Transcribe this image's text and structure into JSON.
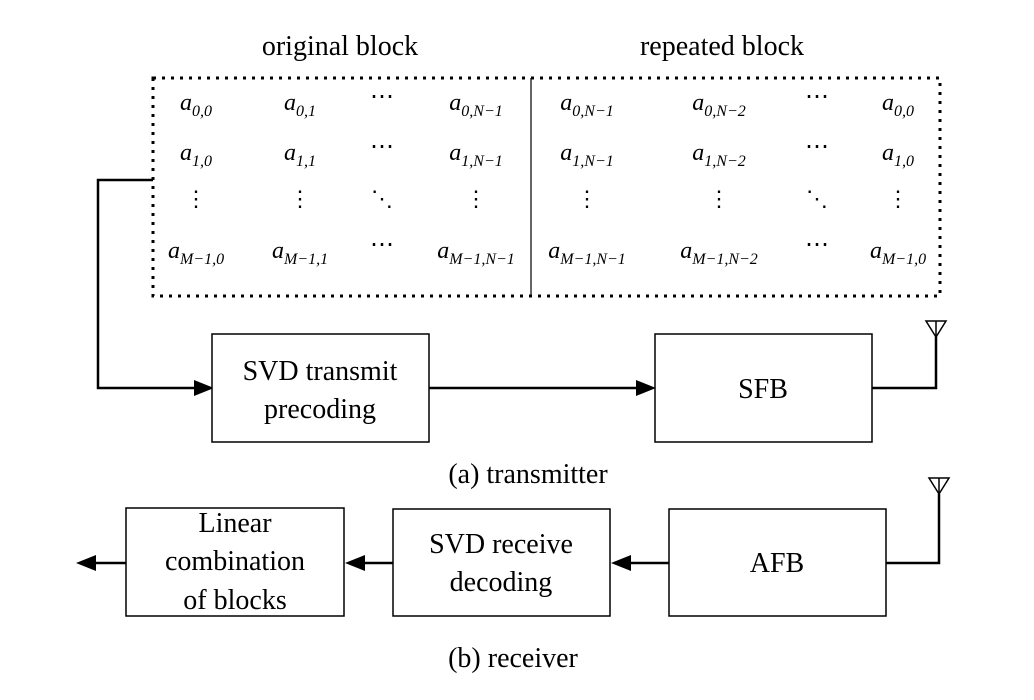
{
  "headers": {
    "original": "original block",
    "repeated": "repeated block"
  },
  "matrix": {
    "original": [
      [
        [
          "a",
          "0,0"
        ],
        [
          "a",
          "0,1"
        ],
        [
          "⋯",
          ""
        ],
        [
          "a",
          "0,N−1"
        ]
      ],
      [
        [
          "a",
          "1,0"
        ],
        [
          "a",
          "1,1"
        ],
        [
          "⋯",
          ""
        ],
        [
          "a",
          "1,N−1"
        ]
      ],
      [
        [
          "⋮",
          ""
        ],
        [
          "⋮",
          ""
        ],
        [
          "⋱",
          ""
        ],
        [
          "⋮",
          ""
        ]
      ],
      [
        [
          "a",
          "M−1,0"
        ],
        [
          "a",
          "M−1,1"
        ],
        [
          "⋯",
          ""
        ],
        [
          "a",
          "M−1,N−1"
        ]
      ]
    ],
    "repeated": [
      [
        [
          "a",
          "0,N−1"
        ],
        [
          "a",
          "0,N−2"
        ],
        [
          "⋯",
          ""
        ],
        [
          "a",
          "0,0"
        ]
      ],
      [
        [
          "a",
          "1,N−1"
        ],
        [
          "a",
          "1,N−2"
        ],
        [
          "⋯",
          ""
        ],
        [
          "a",
          "1,0"
        ]
      ],
      [
        [
          "⋮",
          ""
        ],
        [
          "⋮",
          ""
        ],
        [
          "⋱",
          ""
        ],
        [
          "⋮",
          ""
        ]
      ],
      [
        [
          "a",
          "M−1,N−1"
        ],
        [
          "a",
          "M−1,N−2"
        ],
        [
          "⋯",
          ""
        ],
        [
          "a",
          "M−1,0"
        ]
      ]
    ]
  },
  "transmitter": {
    "precoding_line1": "SVD transmit",
    "precoding_line2": "precoding",
    "sfb": "SFB",
    "caption": "(a) transmitter"
  },
  "receiver": {
    "afb": "AFB",
    "decoding_line1": "SVD receive",
    "decoding_line2": "decoding",
    "combination_line1": "Linear",
    "combination_line2": "combination",
    "combination_line3": "of blocks",
    "caption": "(b) receiver"
  },
  "icons": [
    "antenna-icon",
    "arrowhead-icon"
  ]
}
